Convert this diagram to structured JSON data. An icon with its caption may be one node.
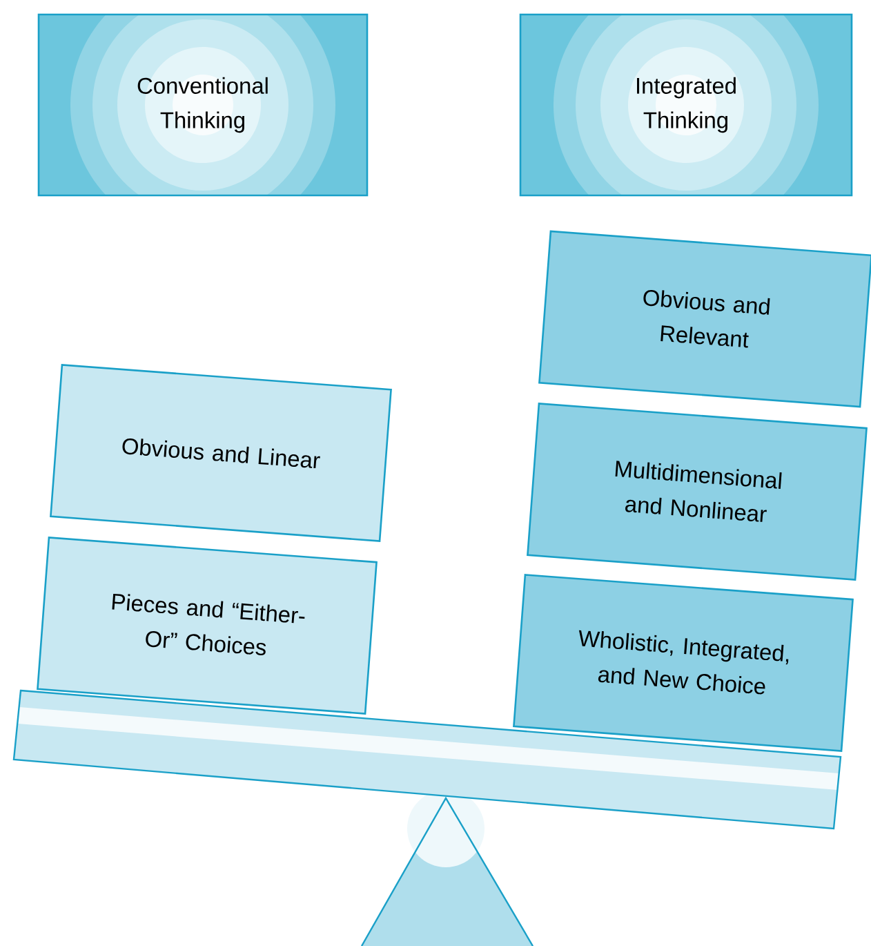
{
  "diagram": {
    "nodes": [
      {
        "text": [
          "Conventional Thinking"
        ]
      },
      {
        "text": [
          "Integrated Thinking"
        ]
      },
      {
        "text": [
          "Obvious and Linear"
        ]
      },
      {
        "text": [
          "Pieces and “Either-Or” Choices"
        ]
      },
      {
        "text": [
          "Obvious and Relevant"
        ]
      },
      {
        "text": [
          "Multidimensional and Nonlinear"
        ]
      },
      {
        "text": [
          "Wholistic, Integrated, and New Choice"
        ]
      }
    ]
  }
}
